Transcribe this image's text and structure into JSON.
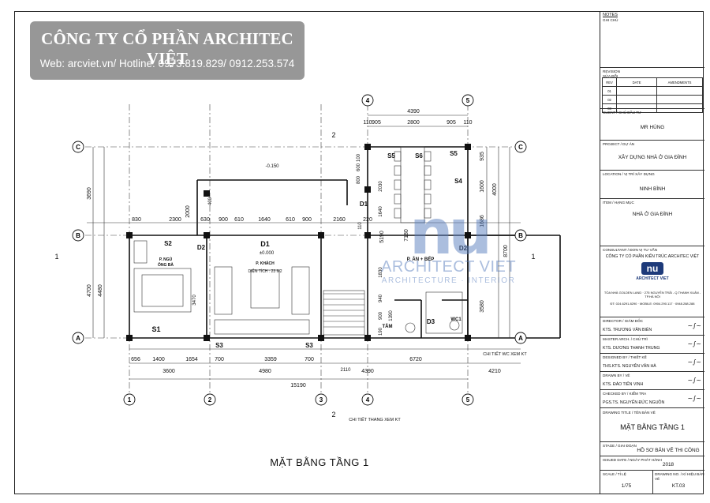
{
  "banner": {
    "company": "CÔNG TY CỔ PHẦN ARCHITEC VIỆT",
    "contact": "Web: arcviet.vn/ Hotline: 0973.819.829/ 0912.253.574"
  },
  "drawing": {
    "title": "MẶT BẰNG TẦNG 1",
    "grid_cols": [
      "1",
      "2",
      "3",
      "4",
      "5"
    ],
    "grid_rows": [
      "A",
      "B",
      "C"
    ],
    "dims_top": [
      "4390",
      "905",
      "2800",
      "905",
      "110",
      "110"
    ],
    "dims_row": [
      "830",
      "2300",
      "630",
      "900",
      "610",
      "1640",
      "610",
      "900",
      "2160",
      "220"
    ],
    "dims_bottom1": [
      "656",
      "1400",
      "1654",
      "700",
      "3359",
      "700",
      "6720"
    ],
    "dims_bottom2": [
      "3600",
      "4980",
      "4390",
      "4210"
    ],
    "dims_total": "15190",
    "dims_left": [
      "3690",
      "2000",
      "4700",
      "4480"
    ],
    "dims_right": [
      "935",
      "1600",
      "4000",
      "1686",
      "8700",
      "5190",
      "7180",
      "3580"
    ],
    "dims_misc": [
      "2110",
      "100",
      "600",
      "800",
      "2030",
      "1640",
      "110",
      "3470",
      "1830",
      "940",
      "900",
      "190",
      "1390",
      "400"
    ],
    "levels": [
      "-0.150",
      "±0.000"
    ],
    "rooms": [
      {
        "label": "S2"
      },
      {
        "label": "D2"
      },
      {
        "label": "D1"
      },
      {
        "label": "P. NGỦ"
      },
      {
        "label": "ÔNG BÀ"
      },
      {
        "label": "P. KHÁCH"
      },
      {
        "label": "DIỆN TÍCH : 23 M2"
      },
      {
        "label": "S1"
      },
      {
        "label": "S3"
      },
      {
        "label": "S3"
      },
      {
        "label": "S5"
      },
      {
        "label": "S6"
      },
      {
        "label": "S5"
      },
      {
        "label": "S4"
      },
      {
        "label": "D1"
      },
      {
        "label": "P. ĂN + BẾP"
      },
      {
        "label": "D2"
      },
      {
        "label": "D3"
      },
      {
        "label": "WC1"
      },
      {
        "label": "TẮM"
      }
    ],
    "notes": [
      "CHI TIẾT WC XEM KT",
      "CHI TIẾT THANG XEM KT"
    ],
    "sections": [
      "1",
      "1",
      "2",
      "2"
    ]
  },
  "watermark": {
    "mark": "nu",
    "name": "ARCHITECT VIET",
    "tag": "ARCHITECTURE · INTERIOR"
  },
  "titleblock": {
    "notes_label": "NOTES",
    "notes_sub": "GHI CHÚ",
    "revision_label": "REVISION",
    "revision_sub": "SỬA ĐỔI",
    "rev_headers": [
      "REV",
      "DATE",
      "AMENDMENTS"
    ],
    "rev_rows": [
      "01",
      "02",
      "03"
    ],
    "client_label": "CLIENT / CHỦ ĐẦU TƯ",
    "client": "MR HÙNG",
    "project_label": "PROJECT / DỰ ÁN",
    "project": "XÂY DỰNG NHÀ Ở GIA ĐÌNH",
    "location_label": "LOCATION / VỊ TRÍ XÂY DỰNG",
    "location": "NINH BÌNH",
    "item_label": "ITEM / HẠNG MỤC",
    "item": "NHÀ Ở GIA ĐÌNH",
    "consultant_label": "CONSULTANT / ĐƠN VỊ TƯ VẤN",
    "consultant": "CÔNG TY CỔ PHẦN KIẾN TRÚC ARCHITEC VIỆT",
    "logo_mark": "nu",
    "logo_text": "ARCHITECT VIET",
    "address": "TÒA NHÀ GOLDEN LAND · 275 NGUYỄN TRÃI - Q.THANH XUÂN - TP.HÀ NỘI",
    "phone": "ĐT: 024.6291.8290 · MOBILE: 0904.290.117 · 0948.288.288",
    "people": [
      {
        "role": "DIRECTOR / GIÁM ĐỐC",
        "name": "KTS. TRƯƠNG VĂN BIÊN"
      },
      {
        "role": "MASTER ARCH. / CHỦ TRÌ",
        "name": "KTS. DƯƠNG THANH TRUNG"
      },
      {
        "role": "DESIGNED BY / THIẾT KẾ",
        "name": "THS.KTS. NGUYỄN VĂN HÀ"
      },
      {
        "role": "DRAWN BY / VẼ",
        "name": "KTS. ĐÀO TIẾN VINH"
      },
      {
        "role": "CHECKED BY / KIỂM TRA",
        "name": "PGS.TS. NGUYỄN ĐỨC NGUỒN"
      }
    ],
    "drawing_title_label": "DRAWING TITLE / TÊN BẢN VẼ",
    "drawing_title": "MẶT BẰNG TẦNG 1",
    "stage_label": "STAGE / GIAI ĐOẠN",
    "stage": "HỒ SƠ BẢN VẼ THI CÔNG",
    "date_label": "ISSUED DATE / NGÀY PHÁT HÀNH",
    "date": "2018",
    "scale_label": "SCALE / TỈ LỆ",
    "scale": "1/75",
    "drawing_no_label": "DRAWING NO. / KÍ HIỆU BẢN VẼ",
    "drawing_no": "KT.03"
  }
}
